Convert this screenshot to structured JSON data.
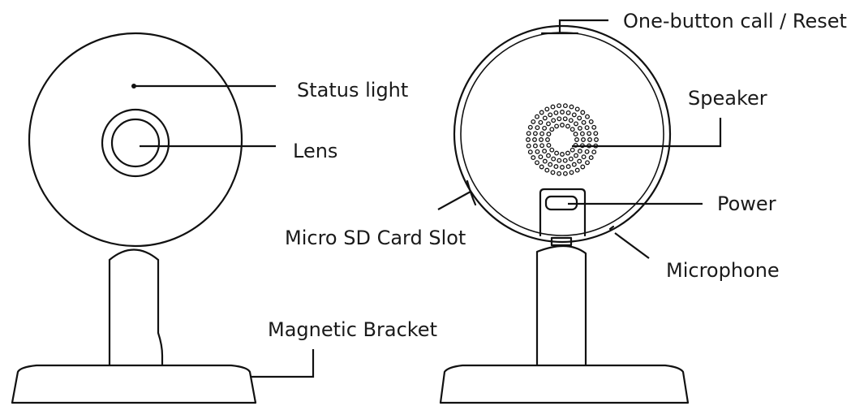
{
  "labels": {
    "status_light": "Status light",
    "lens": "Lens",
    "micro_sd": "Micro SD Card Slot",
    "magnetic_bracket": "Magnetic Bracket",
    "one_button": "One-button call / Reset",
    "speaker": "Speaker",
    "power": "Power",
    "microphone": "Microphone"
  }
}
